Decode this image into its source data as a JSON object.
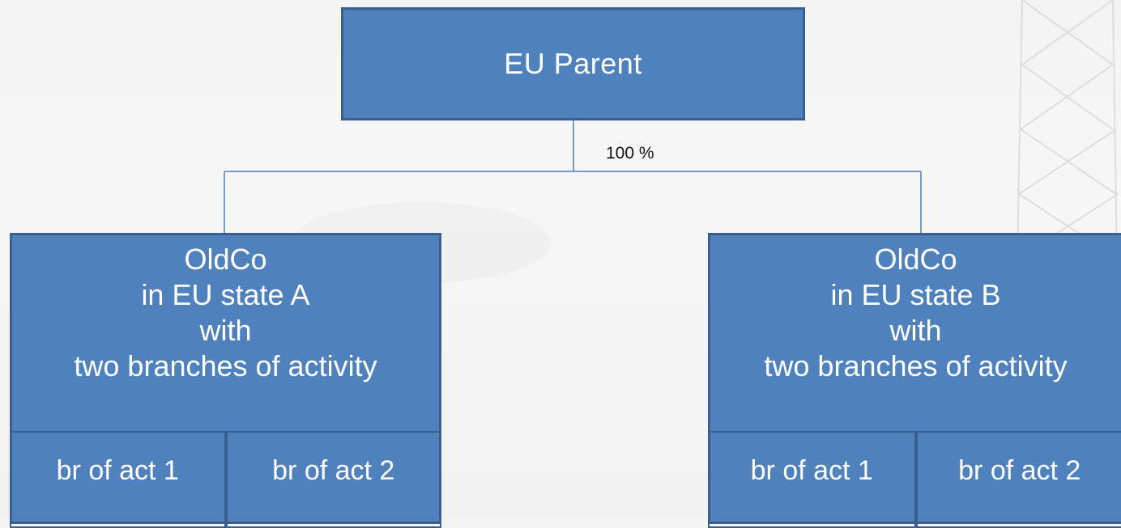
{
  "diagram": {
    "parent": {
      "label": "EU Parent"
    },
    "ownership": {
      "label": "100  %"
    },
    "subsidiaries": [
      {
        "lines": [
          "OldCo",
          "in EU state A",
          "with",
          "two branches of activity"
        ],
        "branches": [
          "br of act 1",
          "br of act 2"
        ]
      },
      {
        "lines": [
          "OldCo",
          "in EU state B",
          "with",
          "two branches of activity"
        ],
        "branches": [
          "br of act 1",
          "br of act 2"
        ]
      }
    ]
  },
  "colors": {
    "box_fill": "#4f81bd",
    "box_border": "#3a5f8f",
    "connector": "#4f81bd",
    "text": "#ffffff"
  }
}
